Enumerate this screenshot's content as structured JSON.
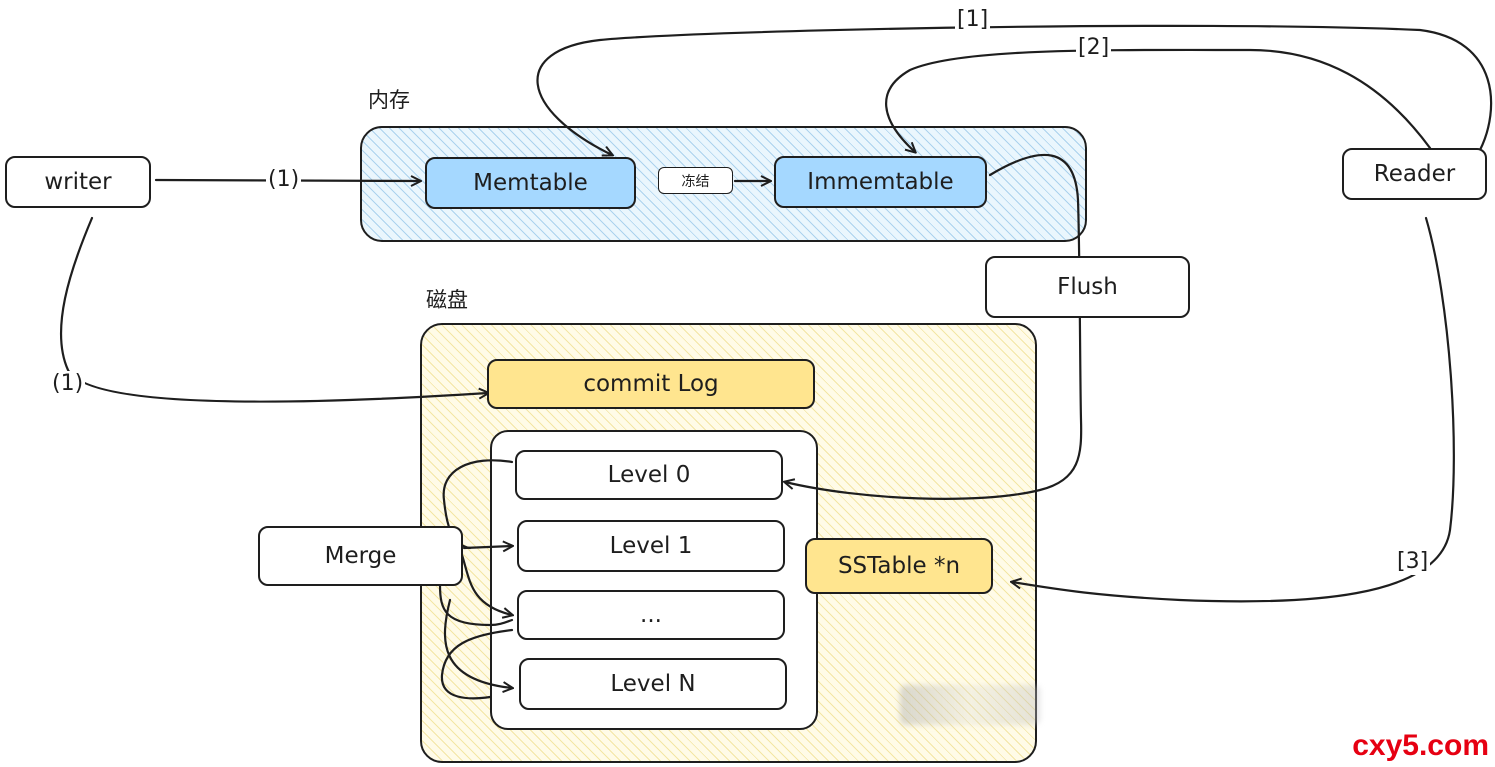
{
  "regions": {
    "memory_label": "内存",
    "disk_label": "磁盘"
  },
  "nodes": {
    "writer": "writer",
    "memtable": "Memtable",
    "freeze": "冻结",
    "immemtable": "Immemtable",
    "reader": "Reader",
    "flush": "Flush",
    "commit_log": "commit Log",
    "level0": "Level 0",
    "level1": "Level 1",
    "level_ellipsis": "...",
    "levelN": "Level N",
    "merge": "Merge",
    "sstable": "SSTable *n"
  },
  "edge_labels": {
    "writer_to_memtable": "(1)",
    "writer_to_commitlog": "(1)",
    "reader_to_memtable": "[1]",
    "reader_to_immemtable": "[2]",
    "reader_to_sstable": "[3]"
  },
  "colors": {
    "memtable_fill": "#a5d8ff",
    "commitlog_fill": "#ffe58f",
    "memory_hatch": "#78b4e1",
    "disk_hatch": "#ebd778"
  },
  "watermark": "cxy5.com"
}
